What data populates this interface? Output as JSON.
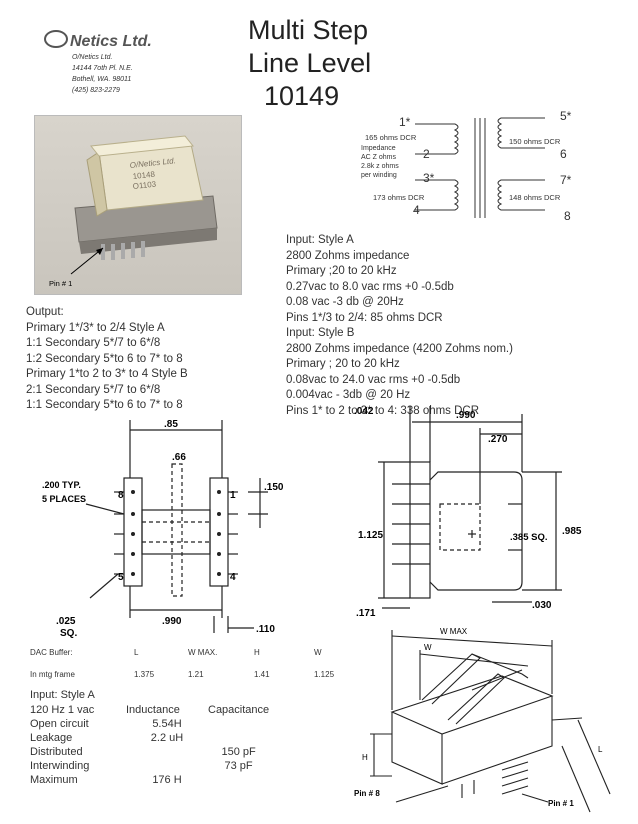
{
  "company": {
    "logo": "Netics Ltd.",
    "lines": [
      "O/Netics Ltd.",
      "14144 7oth Pl. N.E.",
      "Bothell, WA. 98011",
      "(425) 823-2279"
    ]
  },
  "title": [
    "Multi Step",
    "Line Level",
    "10149"
  ],
  "photo": {
    "case_text": [
      "O/Netics Ltd.",
      "10148",
      "O1103"
    ],
    "pin_label": "Pin # 1"
  },
  "schematic": {
    "primary_top_pin": "1*",
    "primary_top_dcr": "165 ohms DCR",
    "primary_top_end": "2",
    "primary_bot_pin": "3*",
    "primary_bot_dcr": "173 ohms DCR",
    "primary_bot_end": "4",
    "note": [
      "Impedance",
      "AC Z ohms",
      "2.8k z ohms",
      "per winding"
    ],
    "secondary_top_pin": "5*",
    "secondary_top_dcr": "150 ohms DCR",
    "secondary_top_end": "6",
    "secondary_bot_pin": "7*",
    "secondary_bot_dcr": "148 ohms DCR",
    "secondary_bot_end": "8"
  },
  "specs": [
    "Input: Style A",
    "2800 Zohms impedance",
    "Primary ;20 to 20 kHz",
    "0.27vac to 8.0 vac rms +0 -0.5db",
    "0.08 vac -3 db @ 20Hz",
    "Pins 1*/3 to 2/4: 85 ohms DCR",
    "Input: Style B",
    "2800 Zohms impedance (4200 Zohms nom.)",
    "Primary ; 20 to 20 kHz",
    "0.08vac to 24.0 vac rms +0 -0.5db",
    "0.004vac - 3db @ 20 Hz",
    "Pins 1* to 2 to 3* to 4: 338 ohms DCR"
  ],
  "output": [
    "Output:",
    "Primary 1*/3* to 2/4 Style A",
    "1:1 Secondary 5*/7 to 6*/8",
    "1:2 Secondary 5*to 6 to 7* to 8",
    "Primary 1*to 2 to 3* to 4 Style B",
    "2:1 Secondary 5*/7 to 6*/8",
    "1:1 Secondary 5*to 6 to 7* to 8"
  ],
  "dims_left": {
    "width": ".85",
    "center": ".66",
    "pins": ".200 TYP.",
    "places": "5 PLACES",
    "pin_gap": ".150",
    "length": ".990",
    "leg": ".110",
    "wire": ".025",
    "wire_unit": "SQ.",
    "pin_tl": "8",
    "pin_tr": "1",
    "pin_bl": "5",
    "pin_br": "4"
  },
  "dims_right": {
    "left": ".042",
    "width": ".990",
    "inner": ".270",
    "height": "1.125",
    "core": ".385 SQ.",
    "outer": ".985",
    "foot": ".171",
    "foot2": ".030"
  },
  "buffer": {
    "headers": [
      "DAC Buffer:",
      "L",
      "W MAX.",
      "H",
      "W"
    ],
    "row": [
      "In mtg frame",
      "1.375",
      "1.21",
      "1.41",
      "1.125"
    ]
  },
  "iso": {
    "wmax": "W MAX",
    "w": "W",
    "h": "H",
    "l": "L",
    "pin8": "Pin # 8",
    "pin1": "Pin # 1"
  },
  "inductance": {
    "title": "Input: Style A",
    "header": [
      "120 Hz 1 vac",
      "Inductance",
      "Capacitance"
    ],
    "rows": [
      [
        "Open circuit",
        "5.54H",
        ""
      ],
      [
        "Leakage",
        "2.2 uH",
        ""
      ],
      [
        "Distributed",
        "",
        "150 pF"
      ],
      [
        "Interwinding",
        "",
        "73 pF"
      ],
      [
        "Maximum",
        "176 H",
        ""
      ]
    ]
  }
}
